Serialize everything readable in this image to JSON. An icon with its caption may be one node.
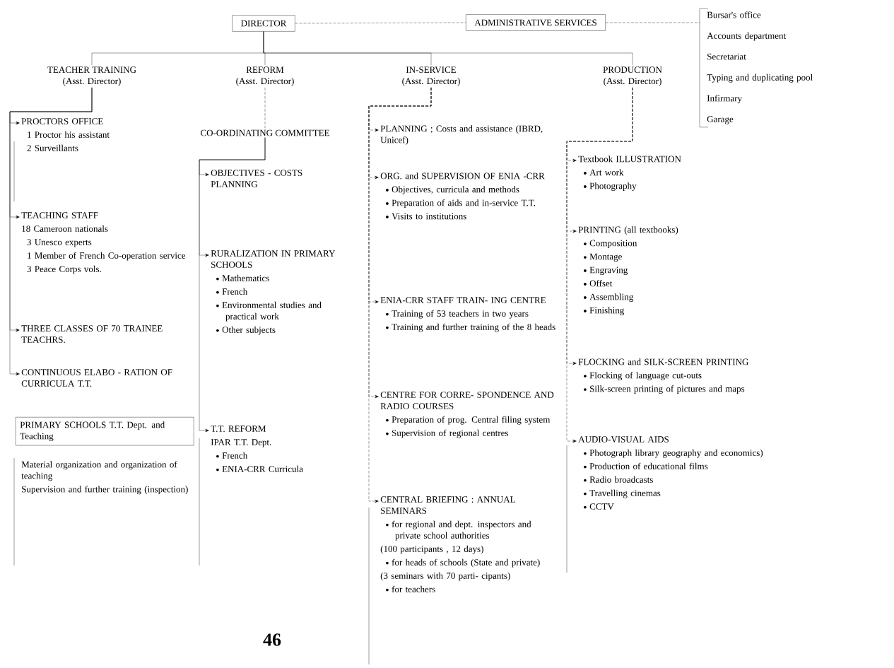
{
  "diagram": {
    "nodes": [
      {
        "text": [
          "DIRECTOR"
        ]
      },
      {
        "text": [
          "ADMINISTRATIVE SERVICES"
        ]
      },
      {
        "text": [
          "Bursar's office",
          "Accounts department",
          "Secretariat",
          "Typing and duplicating pool",
          "Infirmary",
          "Garage"
        ]
      },
      {
        "text": [
          "TEACHER TRAINING",
          "(Asst. Director)"
        ]
      },
      {
        "text": [
          "REFORM",
          "(Asst. Director)"
        ]
      },
      {
        "text": [
          "IN-SERVICE",
          "(Asst. Director)"
        ]
      },
      {
        "text": [
          "PRODUCTION",
          "(Asst. Director)"
        ]
      },
      {
        "text": [
          "PROCTORS OFFICE",
          "1 Proctor his assistant",
          "2 Surveillants"
        ]
      },
      {
        "text": [
          "TEACHING STAFF",
          "18 Cameroon nationals",
          "3 Unesco experts",
          "1 Member of French Co-operation service",
          "3 Peace Corps vols."
        ]
      },
      {
        "text": [
          "THREE CLASSES OF 70 TRAINEE TEACHRS."
        ]
      },
      {
        "text": [
          "CONTINUOUS ELABO - RATION OF CURRICULA T.T."
        ]
      },
      {
        "text": [
          "PRIMARY SCHOOLS T.T. Dept. and Teaching"
        ]
      },
      {
        "text": [
          "Material organization and organization of teaching",
          "Supervision and further training (inspection)"
        ]
      },
      {
        "text": [
          "CO-ORDINATING COMMITTEE"
        ]
      },
      {
        "text": [
          "OBJECTIVES - COSTS PLANNING"
        ]
      },
      {
        "text": [
          "RURALIZATION IN PRIMARY SCHOOLS",
          "Mathematics",
          "French",
          "Environmental studies and practical work",
          "Other subjects"
        ]
      },
      {
        "text": [
          "T.T. REFORM",
          "IPAR T.T. Dept.",
          "French",
          "ENIA-CRR Curricula"
        ]
      },
      {
        "text": [
          "PLANNING ; Costs and assistance (IBRD, Unicef)"
        ]
      },
      {
        "text": [
          "ORG. and SUPERVISION OF ENIA -CRR",
          "Objectives, curricula and methods",
          "Preparation of aids and in-service T.T.",
          "Visits to institutions"
        ]
      },
      {
        "text": [
          "ENIA-CRR STAFF TRAIN- ING CENTRE",
          "Training of 53 teachers in two years",
          "Training and further training of the 8 heads"
        ]
      },
      {
        "text": [
          "CENTRE FOR CORRE- SPONDENCE AND RADIO COURSES",
          "Preparation of prog. Central filing system",
          "Supervision of regional centres"
        ]
      },
      {
        "text": [
          "CENTRAL BRIEFING : ANNUAL SEMINARS",
          "for regional and dept. inspectors and private school authorities",
          "(100 participants , 12 days)",
          "for heads of schools (State and private)",
          "(3 seminars with 70 parti- cipants)",
          "for teachers"
        ]
      },
      {
        "text": [
          "Textbook ILLUSTRATION",
          "Art work",
          "Photography"
        ]
      },
      {
        "text": [
          "PRINTING (all textbooks)",
          "Composition",
          "Montage",
          "Engraving",
          "Offset",
          "Assembling",
          "Finishing"
        ]
      },
      {
        "text": [
          "FLOCKING and SILK-SCREEN PRINTING",
          "Flocking of language cut-outs",
          "Silk-screen printing of pictures and maps"
        ]
      },
      {
        "text": [
          "AUDIO-VISUAL AIDS",
          "Photograph library geography and economics)",
          "Production of educational films",
          "Radio broadcasts",
          "Travelling cinemas",
          "CCTV"
        ]
      }
    ],
    "edges": [
      {
        "from": 0,
        "to": 1,
        "arrow": "none",
        "style": "dashed"
      },
      {
        "from": 1,
        "to": 2,
        "arrow": "none",
        "style": "dashed"
      },
      {
        "from": 0,
        "to": 3,
        "arrow": "none"
      },
      {
        "from": 0,
        "to": 4,
        "arrow": "none"
      },
      {
        "from": 0,
        "to": 5,
        "arrow": "none"
      },
      {
        "from": 0,
        "to": 6,
        "arrow": "none"
      },
      {
        "from": 3,
        "to": 7,
        "arrow": "to"
      },
      {
        "from": 3,
        "to": 8,
        "arrow": "to"
      },
      {
        "from": 3,
        "to": 9,
        "arrow": "to"
      },
      {
        "from": 3,
        "to": 10,
        "arrow": "to"
      },
      {
        "from": 4,
        "to": 13,
        "arrow": "none",
        "style": "dashed"
      },
      {
        "from": 13,
        "to": 14,
        "arrow": "to"
      },
      {
        "from": 13,
        "to": 15,
        "arrow": "to"
      },
      {
        "from": 13,
        "to": 16,
        "arrow": "to"
      },
      {
        "from": 5,
        "to": 17,
        "arrow": "to",
        "style": "dashed"
      },
      {
        "from": 5,
        "to": 18,
        "arrow": "to",
        "style": "dashed"
      },
      {
        "from": 5,
        "to": 19,
        "arrow": "to",
        "style": "dashed"
      },
      {
        "from": 5,
        "to": 20,
        "arrow": "to",
        "style": "dashed"
      },
      {
        "from": 5,
        "to": 21,
        "arrow": "to",
        "style": "dashed"
      },
      {
        "from": 6,
        "to": 22,
        "arrow": "to",
        "style": "dashed"
      },
      {
        "from": 6,
        "to": 23,
        "arrow": "to",
        "style": "dashed"
      },
      {
        "from": 6,
        "to": 24,
        "arrow": "to",
        "style": "dashed"
      },
      {
        "from": 6,
        "to": 25,
        "arrow": "to",
        "style": "dashed"
      }
    ],
    "labels": [
      "46"
    ]
  }
}
